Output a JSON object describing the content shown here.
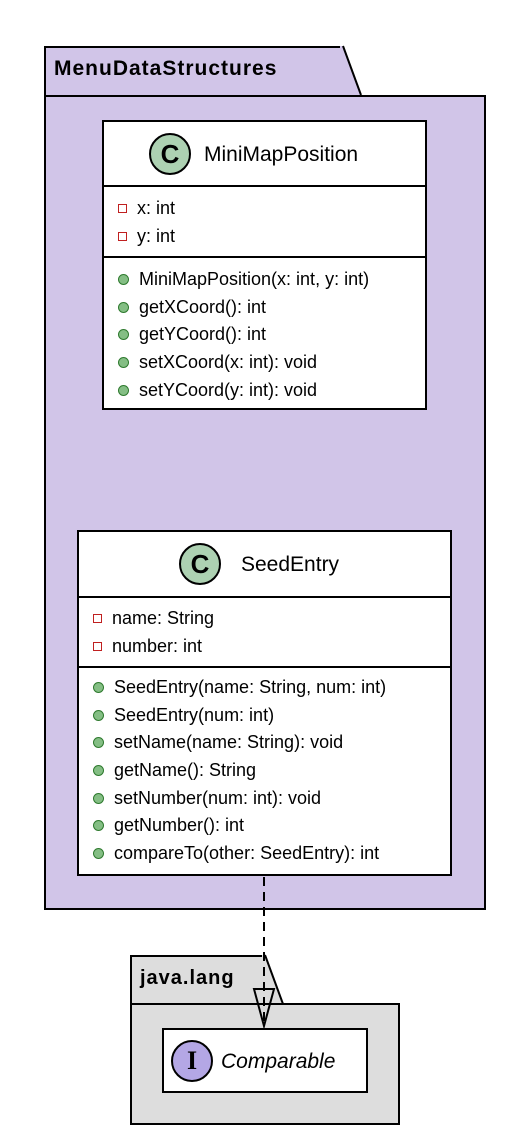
{
  "colors": {
    "package_fill": "#d1c5e8",
    "java_package_fill": "#dddddd",
    "class_icon_fill": "#add1b2",
    "interface_icon_fill": "#b4a7e5",
    "private_marker": "#c02020",
    "public_marker": "#84be84"
  },
  "packages": {
    "menu": {
      "name": "MenuDataStructures"
    },
    "java": {
      "name": "java.lang"
    }
  },
  "classes": {
    "minimap": {
      "icon": "C",
      "name": "MiniMapPosition",
      "attributes": [
        "x: int",
        "y: int"
      ],
      "methods": [
        "MiniMapPosition(x: int, y: int)",
        "getXCoord(): int",
        "getYCoord(): int",
        "setXCoord(x: int): void",
        "setYCoord(y: int): void"
      ]
    },
    "seed": {
      "icon": "C",
      "name": "SeedEntry",
      "attributes": [
        "name: String",
        "number: int"
      ],
      "methods": [
        "SeedEntry(name: String, num: int)",
        "SeedEntry(num: int)",
        "setName(name: String): void",
        "getName(): String",
        "setNumber(num: int): void",
        "getNumber(): int",
        "compareTo(other: SeedEntry): int"
      ]
    }
  },
  "interfaces": {
    "comparable": {
      "icon": "I",
      "name": "Comparable"
    }
  },
  "relations": [
    {
      "from": "SeedEntry",
      "to": "Comparable",
      "type": "realization",
      "style": "dashed"
    }
  ]
}
